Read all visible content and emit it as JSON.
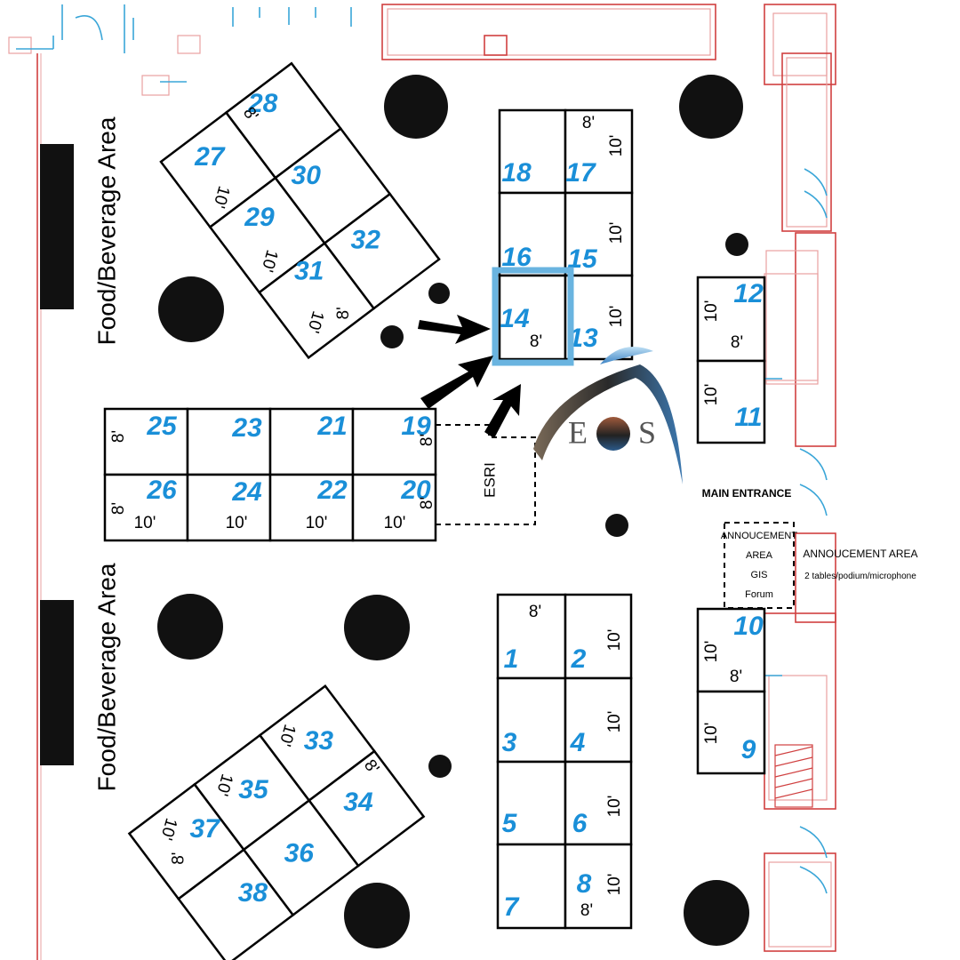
{
  "areas": {
    "food_beverage_top": "Food/Beverage Area",
    "food_beverage_bottom": "Food/Beverage Area",
    "main_entrance": "MAIN ENTRANCE",
    "announcement_box": [
      "ANNOUCEMENT",
      "AREA",
      "GIS",
      "Forum"
    ],
    "announcement_area_title": "ANNOUCEMENT AREA",
    "announcement_area_detail": "2 tables/podium/microphone",
    "esri": "ESRI"
  },
  "logo": {
    "left": "E",
    "right": "S"
  },
  "highlight": {
    "booth": "14",
    "color": "#6ab4e0"
  },
  "colors": {
    "booth_number": "#1a8fd8",
    "wall": "#d04040",
    "door": "#3aa6d8"
  },
  "booths": [
    {
      "id": "1"
    },
    {
      "id": "2"
    },
    {
      "id": "3"
    },
    {
      "id": "4"
    },
    {
      "id": "5"
    },
    {
      "id": "6"
    },
    {
      "id": "7"
    },
    {
      "id": "8"
    },
    {
      "id": "9"
    },
    {
      "id": "10"
    },
    {
      "id": "11"
    },
    {
      "id": "12"
    },
    {
      "id": "13"
    },
    {
      "id": "14"
    },
    {
      "id": "15"
    },
    {
      "id": "16"
    },
    {
      "id": "17"
    },
    {
      "id": "18"
    },
    {
      "id": "19"
    },
    {
      "id": "20"
    },
    {
      "id": "21"
    },
    {
      "id": "22"
    },
    {
      "id": "23"
    },
    {
      "id": "24"
    },
    {
      "id": "25"
    },
    {
      "id": "26"
    },
    {
      "id": "27"
    },
    {
      "id": "28"
    },
    {
      "id": "29"
    },
    {
      "id": "30"
    },
    {
      "id": "31"
    },
    {
      "id": "32"
    },
    {
      "id": "33"
    },
    {
      "id": "34"
    },
    {
      "id": "35"
    },
    {
      "id": "36"
    },
    {
      "id": "37"
    },
    {
      "id": "38"
    }
  ],
  "dims": {
    "eight": "8'",
    "ten": "10'"
  }
}
